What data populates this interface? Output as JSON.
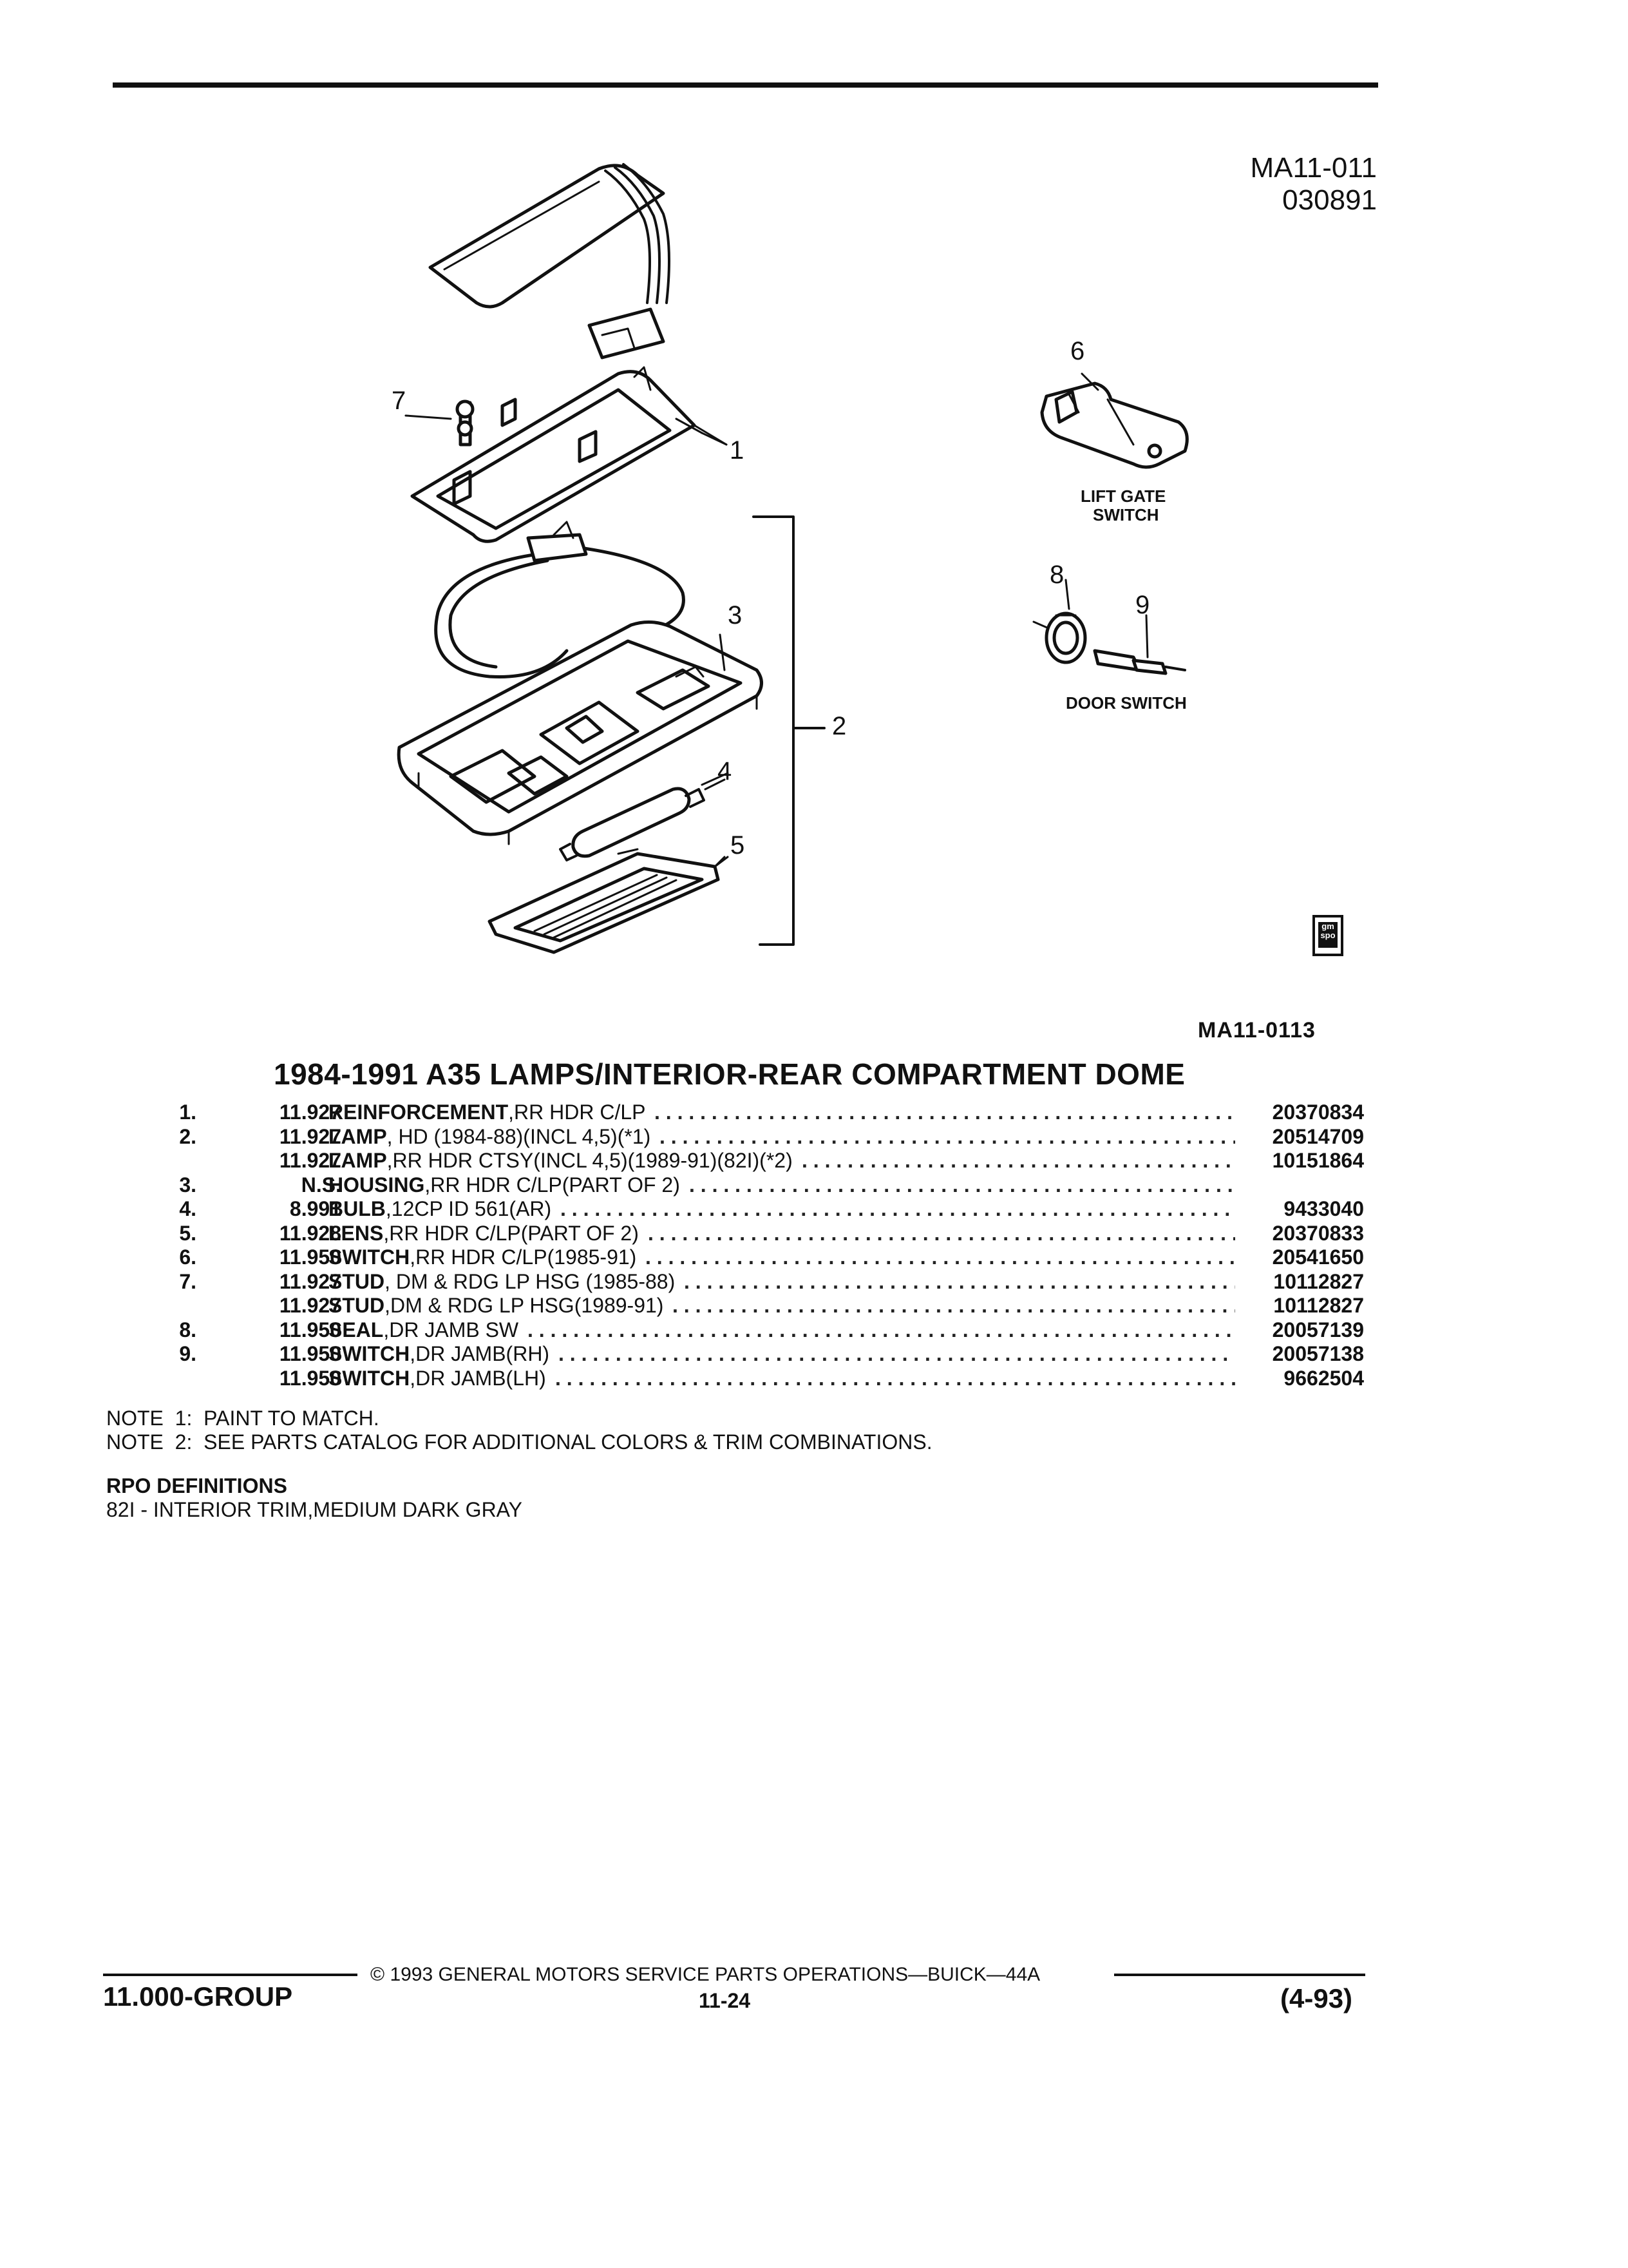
{
  "header": {
    "doc_id": "MA11-011",
    "doc_date": "030891"
  },
  "figure": {
    "callouts": [
      "1",
      "2",
      "3",
      "4",
      "5",
      "6",
      "7",
      "8",
      "9"
    ],
    "lift_gate_label_1": "LIFT GATE",
    "lift_gate_label_2": "SWITCH",
    "door_switch_label": "DOOR SWITCH",
    "figure_ref": "MA11-0113",
    "logo_text_1": "gm",
    "logo_text_2": "spo"
  },
  "section_title": "1984-1991 A35 LAMPS/INTERIOR-REAR COMPARTMENT DOME",
  "parts": [
    {
      "num": "1.",
      "group": "11.927",
      "name": "REINFORCEMENT",
      "detail": ",RR HDR C/LP",
      "part": "20370834"
    },
    {
      "num": "2.",
      "group": "11.927",
      "name": "LAMP",
      "detail": ", HD (1984-88)(INCL 4,5)(*1)",
      "part": "20514709"
    },
    {
      "num": "",
      "group": "11.927",
      "name": "LAMP",
      "detail": ",RR HDR CTSY(INCL 4,5)(1989-91)(82I)(*2)",
      "part": "10151864"
    },
    {
      "num": "3.",
      "group": "N.S.",
      "name": "HOUSING",
      "detail": ",RR HDR C/LP(PART OF 2)",
      "part": ""
    },
    {
      "num": "4.",
      "group": "8.991",
      "name": "BULB",
      "detail": ",12CP ID 561(AR)",
      "part": "9433040"
    },
    {
      "num": "5.",
      "group": "11.928",
      "name": "LENS",
      "detail": ",RR HDR C/LP(PART OF 2)",
      "part": "20370833"
    },
    {
      "num": "6.",
      "group": "11.950",
      "name": "SWITCH",
      "detail": ",RR HDR C/LP(1985-91)",
      "part": "20541650"
    },
    {
      "num": "7.",
      "group": "11.927",
      "name": "STUD",
      "detail": ", DM & RDG LP HSG (1985-88)",
      "part": "10112827"
    },
    {
      "num": "",
      "group": "11.927",
      "name": "STUD",
      "detail": ",DM & RDG LP HSG(1989-91)",
      "part": "10112827"
    },
    {
      "num": "8.",
      "group": "11.950",
      "name": "SEAL",
      "detail": ",DR JAMB SW",
      "part": "20057139"
    },
    {
      "num": "9.",
      "group": "11.950",
      "name": "SWITCH",
      "detail": ",DR JAMB(RH)",
      "part": "20057138"
    },
    {
      "num": "",
      "group": "11.950",
      "name": "SWITCH",
      "detail": ",DR JAMB(LH)",
      "part": "9662504"
    }
  ],
  "notes": [
    "NOTE  1:  PAINT TO MATCH.",
    "NOTE  2:  SEE PARTS CATALOG FOR ADDITIONAL COLORS & TRIM COMBINATIONS."
  ],
  "rpo": {
    "heading": "RPO DEFINITIONS",
    "line": "82I - INTERIOR TRIM,MEDIUM DARK GRAY"
  },
  "footer": {
    "copyright": "© 1993  GENERAL MOTORS SERVICE PARTS OPERATIONS—BUICK—44A",
    "group": "11.000-GROUP",
    "page": "11-24",
    "date": "(4-93)"
  }
}
